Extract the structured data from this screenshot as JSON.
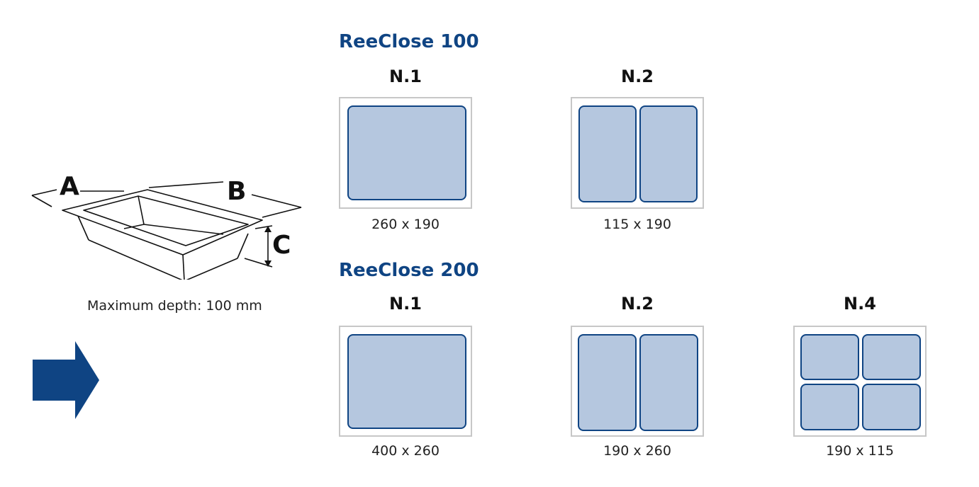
{
  "container": {
    "labels": {
      "a": "A",
      "b": "B",
      "c": "C"
    },
    "caption": "Maximum depth: 100 mm"
  },
  "arrow": {
    "icon": "right-arrow-icon",
    "color": "#0f4483"
  },
  "colors": {
    "brand": "#0f4483",
    "compartment": "#b5c7df",
    "tray_border": "#c7c7c7"
  },
  "sections": [
    {
      "title": "ReeClose 100",
      "configs": [
        {
          "name": "N.1",
          "dimensions": "260 x 190",
          "compartments": 1
        },
        {
          "name": "N.2",
          "dimensions": "115 x 190",
          "compartments": 2
        }
      ]
    },
    {
      "title": "ReeClose 200",
      "configs": [
        {
          "name": "N.1",
          "dimensions": "400 x 260",
          "compartments": 1
        },
        {
          "name": "N.2",
          "dimensions": "190 x 260",
          "compartments": 2
        },
        {
          "name": "N.4",
          "dimensions": "190 x 115",
          "compartments": 4
        }
      ]
    }
  ]
}
